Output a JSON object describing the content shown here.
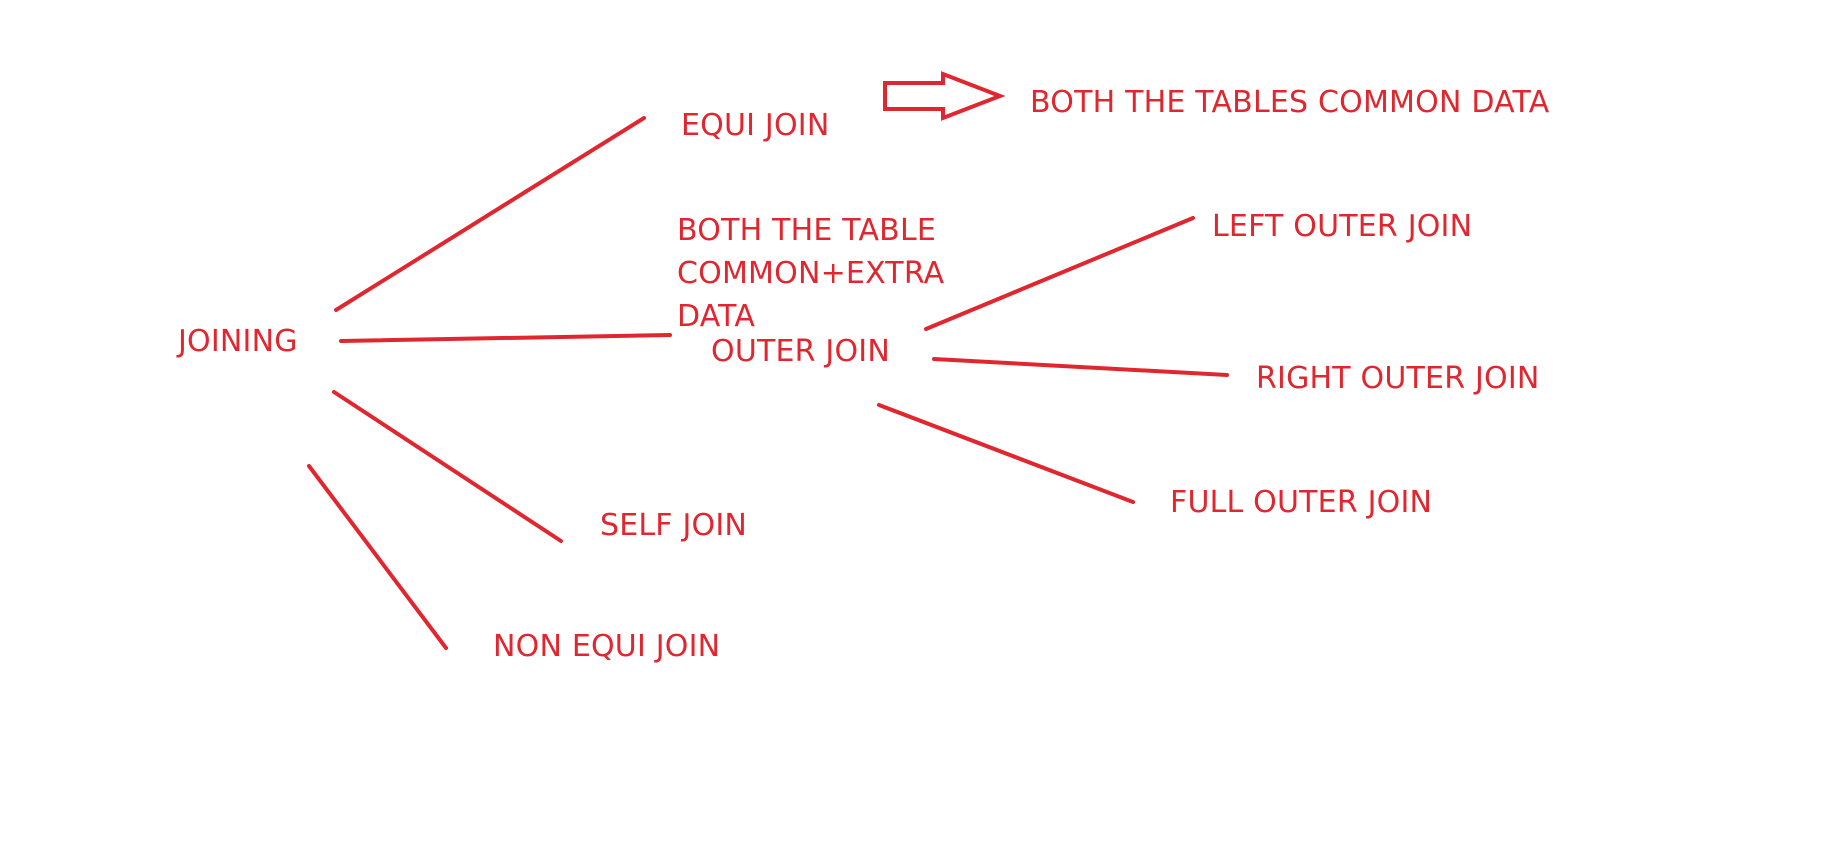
{
  "diagram": {
    "stroke_color": "#e0262f",
    "root": "JOINING",
    "equi_join": "EQUI JOIN",
    "equi_join_note": "BOTH THE TABLES COMMON DATA",
    "outer_join": "OUTER JOIN",
    "outer_join_note": [
      "BOTH THE TABLE",
      "COMMON+EXTRA",
      "DATA"
    ],
    "left_outer_join": "LEFT OUTER JOIN",
    "right_outer_join": "RIGHT OUTER JOIN",
    "full_outer_join": "FULL OUTER JOIN",
    "self_join": "SELF JOIN",
    "non_equi_join": "NON EQUI JOIN"
  }
}
